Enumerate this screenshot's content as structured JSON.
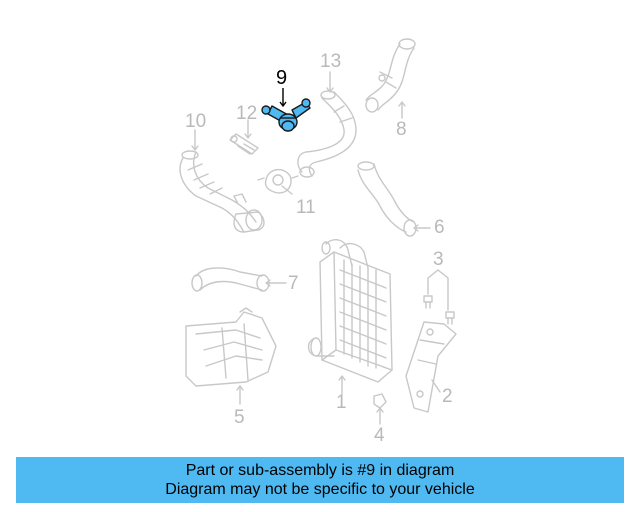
{
  "diagram": {
    "callouts": {
      "c1": "1",
      "c2": "2",
      "c3": "3",
      "c4": "4",
      "c5": "5",
      "c6": "6",
      "c7": "7",
      "c8": "8",
      "c9": "9",
      "c10": "10",
      "c11": "11",
      "c12": "12",
      "c13": "13"
    },
    "highlighted_part": "9",
    "colors": {
      "outline": "#c8c8c8",
      "label": "#b9b9b9",
      "highlight_fill": "#4fb9f2",
      "highlight_stroke": "#1a1a1a"
    }
  },
  "banner": {
    "line1": "Part or sub-assembly is #9 in diagram",
    "line2": "Diagram may not be specific to your vehicle",
    "background": "#4fb9f2"
  }
}
